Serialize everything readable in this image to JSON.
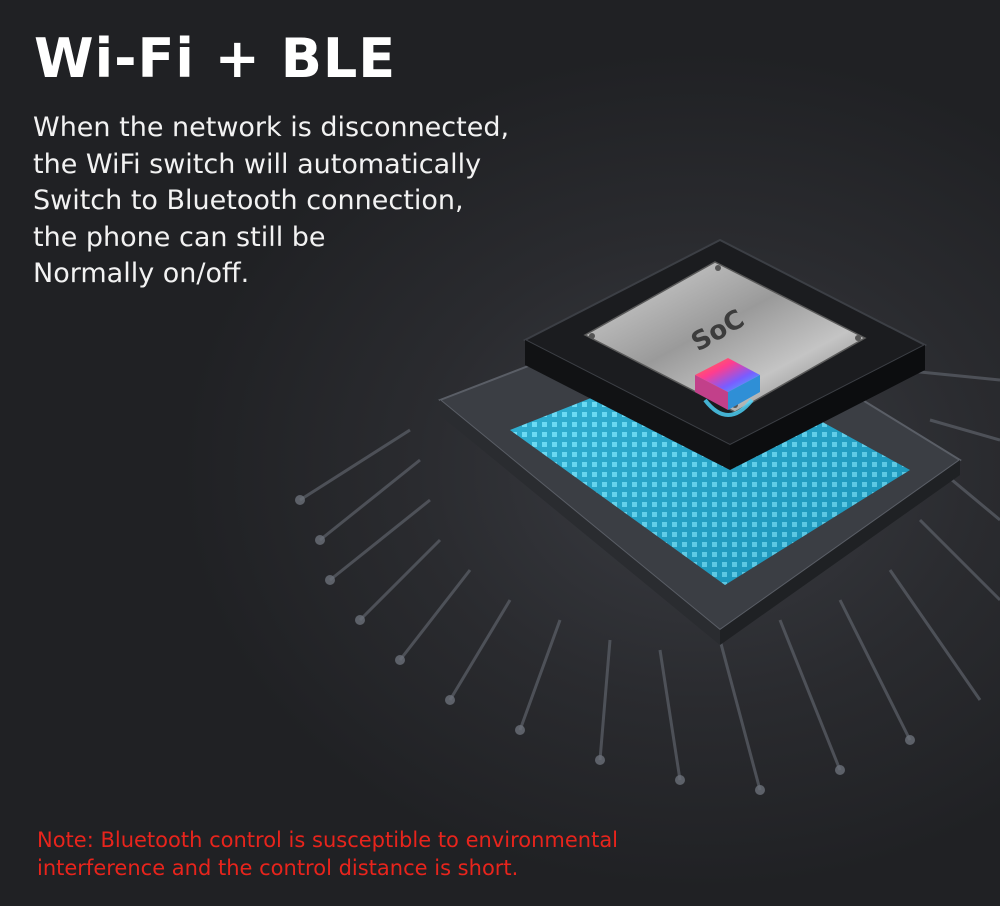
{
  "title": "Wi-Fi + BLE",
  "description_lines": [
    "When the network is disconnected,",
    "the WiFi switch will automatically",
    "Switch to Bluetooth connection,",
    "the phone can still be",
    "Normally on/off."
  ],
  "chip_label": "SoC",
  "note_lines": [
    "Note: Bluetooth control is susceptible to environmental",
    "interference and the control distance is short."
  ],
  "colors": {
    "background": "#222326",
    "note_text": "#e8241c",
    "chip_glow": "#27c4e6"
  }
}
